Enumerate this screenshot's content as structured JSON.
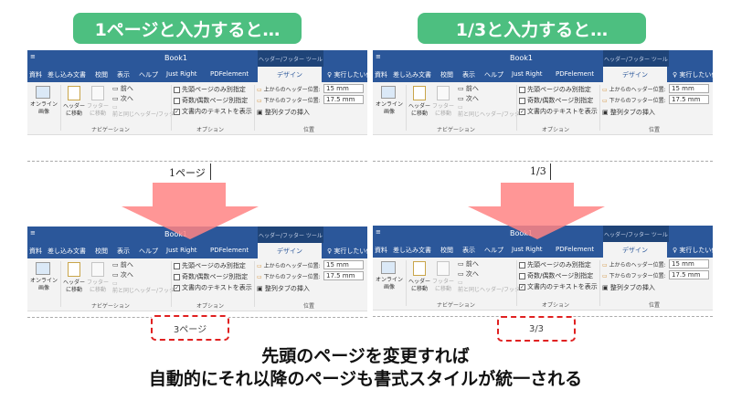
{
  "left": {
    "title": "1ページと入力すると…",
    "before_text": "1ページ",
    "after_text": "3ページ"
  },
  "right": {
    "title": "1/3と入力すると…",
    "before_text": "1/3",
    "after_text": "3/3"
  },
  "ribbon": {
    "window_title": "Book1",
    "context_tab": "ヘッダー/フッター ツール",
    "tabs": [
      "資料",
      "差し込み文書",
      "校閲",
      "表示",
      "ヘルプ",
      "Just Right",
      "PDFelement",
      "デザイン"
    ],
    "tell_me": "実行したい作業",
    "online_image": "オンライン画像",
    "goto_header": "ヘッダーに移動",
    "goto_footer": "フッターに移動",
    "prev": "前へ",
    "next": "次へ",
    "link_prev": "前と同じヘッダー/フッター",
    "nav_group": "ナビゲーション",
    "opt_first": "先頭ページのみ別指定",
    "opt_oddeven": "奇数/偶数ページ別指定",
    "opt_showtext": "文書内のテキストを表示",
    "opt_group": "オプション",
    "header_pos_label": "上からのヘッダー位置:",
    "header_pos": "15 mm",
    "footer_pos_label": "下からのフッター位置:",
    "footer_pos": "17.5 mm",
    "insert_tab": "整列タブの挿入",
    "pos_group": "位置"
  },
  "caption": {
    "line1": "先頭のページを変更すれば",
    "line2": "自動的にそれ以降のページも書式スタイルが統一される"
  },
  "colors": {
    "pill": "#4dbf80",
    "ribbon": "#2b579a",
    "arrow": "#ff8f8f",
    "highlight": "#e02020"
  }
}
